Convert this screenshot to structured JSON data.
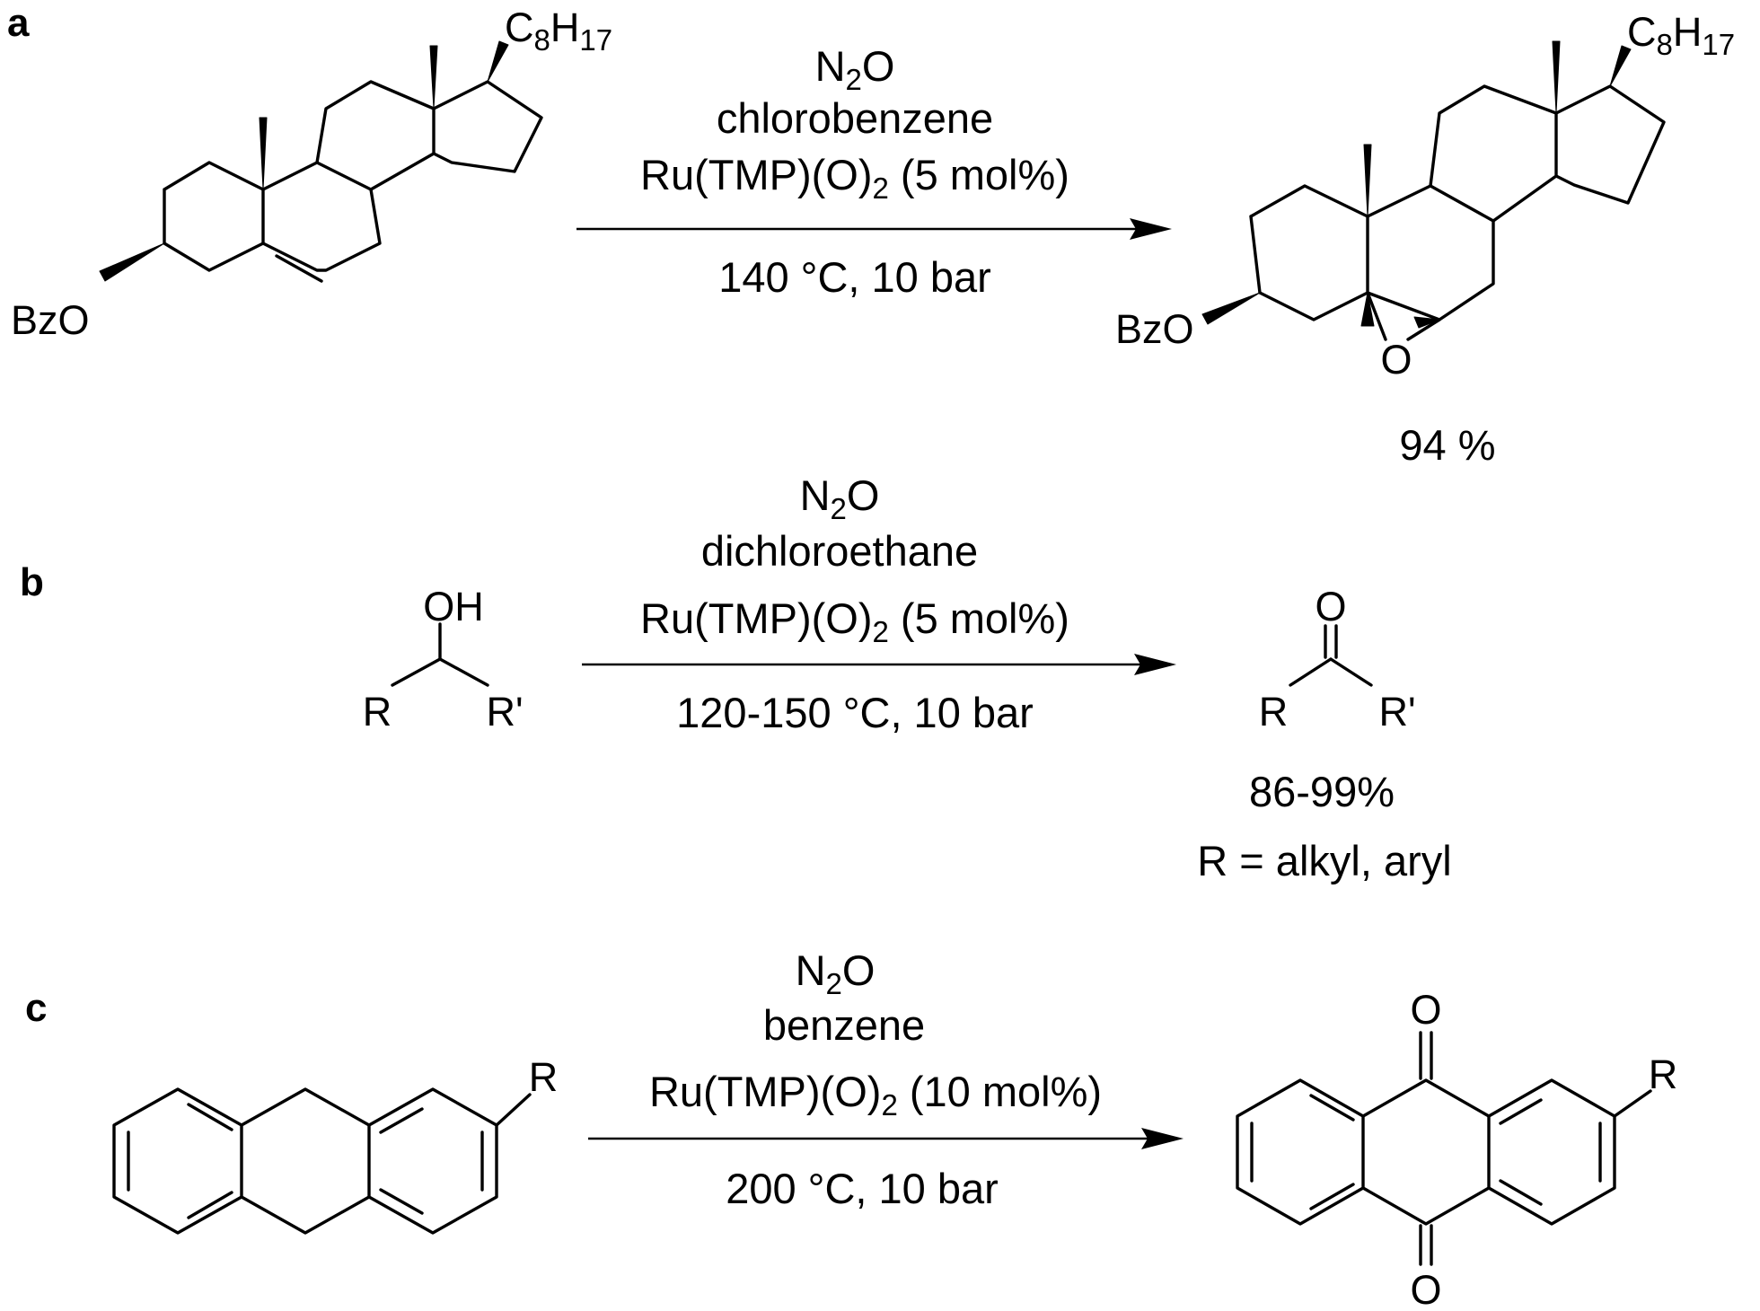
{
  "panels": {
    "a": {
      "label": "a",
      "conditions": {
        "reagent_main": "N",
        "reagent_sub": "2",
        "reagent_end": "O",
        "solvent": "chlorobenzene",
        "catalyst_main": "Ru(TMP)(O)",
        "catalyst_sub": "2",
        "catalyst_end": " (5 mol%)",
        "temperature_pressure": "140 °C, 10 bar"
      },
      "reactant": {
        "sidechain_c": "C",
        "sidechain_c_sub": "8",
        "sidechain_h": "H",
        "sidechain_h_sub": "17",
        "ester": "BzO"
      },
      "product": {
        "sidechain_c": "C",
        "sidechain_c_sub": "8",
        "sidechain_h": "H",
        "sidechain_h_sub": "17",
        "ester": "BzO",
        "epoxide_o": "O"
      },
      "yield": "94 %"
    },
    "b": {
      "label": "b",
      "conditions": {
        "reagent_main": "N",
        "reagent_sub": "2",
        "reagent_end": "O",
        "solvent": "dichloroethane",
        "catalyst_main": "Ru(TMP)(O)",
        "catalyst_sub": "2",
        "catalyst_end": " (5 mol%)",
        "temperature_pressure": "120-150 °C, 10 bar"
      },
      "reactant": {
        "hydroxyl": "OH",
        "left_group": "R",
        "right_group": "R'"
      },
      "product": {
        "carbonyl_o": "O",
        "left_group": "R",
        "right_group": "R'"
      },
      "yield": "86-99%",
      "scope": "R = alkyl, aryl"
    },
    "c": {
      "label": "c",
      "conditions": {
        "reagent_main": "N",
        "reagent_sub": "2",
        "reagent_end": "O",
        "solvent": "benzene",
        "catalyst_main": "Ru(TMP)(O)",
        "catalyst_sub": "2",
        "catalyst_end": " (10 mol%)",
        "temperature_pressure": "200 °C, 10 bar"
      },
      "reactant": {
        "substituent": "R"
      },
      "product": {
        "substituent": "R",
        "carbonyl_top": "O",
        "carbonyl_bottom": "O"
      }
    }
  }
}
